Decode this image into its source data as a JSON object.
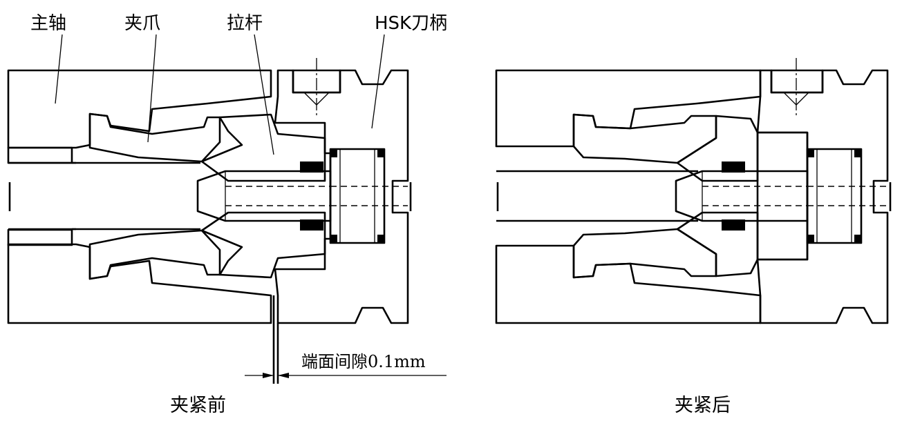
{
  "labels": {
    "spindle": "主轴",
    "collet": "夹爪",
    "drawbar": "拉杆",
    "hsk_holder": "HSK刀柄"
  },
  "dimension": {
    "face_gap": "端面间隙0.1mm"
  },
  "captions": {
    "before": "夹紧前",
    "after": "夹紧后"
  },
  "colors": {
    "line": "#000000",
    "background": "#ffffff"
  }
}
